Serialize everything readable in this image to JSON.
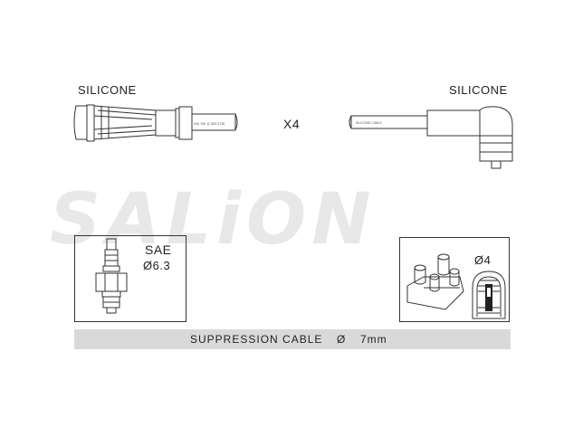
{
  "labels": {
    "left_material": "SILICONE",
    "right_material": "SILICONE",
    "quantity": "X4",
    "left_cable_print": "SAL SW 11 SE6 0736",
    "right_cable_print": "SILICONE CABLE"
  },
  "spark_plug_box": {
    "standard": "SAE",
    "diameter": "Ø6.3"
  },
  "distributor_box": {
    "diameter": "Ø4"
  },
  "banner": {
    "text": "SUPPRESSION CABLE",
    "diameter_symbol": "Ø",
    "size": "7mm"
  },
  "watermark": {
    "brand": "SALiON"
  },
  "colors": {
    "banner_bg": "#d9d9d9",
    "line": "#333333",
    "watermark": "#d7d7d7"
  }
}
